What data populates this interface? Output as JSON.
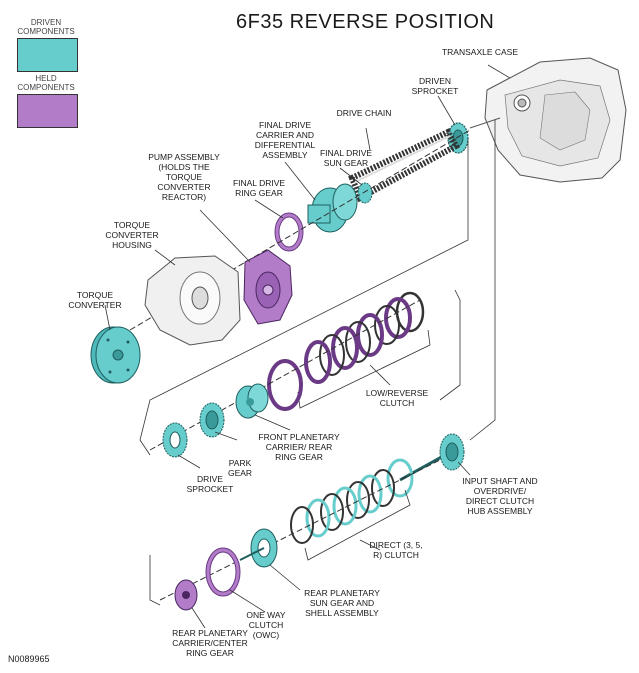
{
  "title": "6F35 REVERSE POSITION",
  "legend": {
    "driven": {
      "label": "DRIVEN COMPONENTS",
      "color": "#66cccc"
    },
    "held": {
      "label": "HELD COMPONENTS",
      "color": "#b27cc8"
    }
  },
  "labels": {
    "transaxle_case": "TRANSAXLE CASE",
    "driven_sprocket": "DRIVEN SPROCKET",
    "drive_chain": "DRIVE CHAIN",
    "final_drive_carrier": "FINAL DRIVE CARRIER AND DIFFERENTIAL ASSEMBLY",
    "final_drive_sun_gear": "FINAL DRIVE SUN GEAR",
    "final_drive_ring_gear": "FINAL DRIVE RING GEAR",
    "pump_assembly": "PUMP ASSEMBLY (HOLDS THE TORQUE CONVERTER REACTOR)",
    "torque_converter_housing": "TORQUE CONVERTER HOUSING",
    "torque_converter": "TORQUE CONVERTER",
    "low_reverse_clutch": "LOW/REVERSE CLUTCH",
    "front_planetary": "FRONT PLANETARY CARRIER/ REAR RING GEAR",
    "park_gear": "PARK GEAR",
    "drive_sprocket": "DRIVE SPROCKET",
    "input_shaft": "INPUT SHAFT AND OVERDRIVE/ DIRECT CLUTCH HUB ASSEMBLY",
    "direct_clutch": "DIRECT (3, 5, R) CLUTCH",
    "rear_planetary_sun": "REAR PLANETARY SUN GEAR AND SHELL ASSEMBLY",
    "one_way_clutch": "ONE WAY CLUTCH (OWC)",
    "rear_planetary_carrier": "REAR PLANETARY CARRIER/CENTER RING GEAR"
  },
  "figure_code": "N0089965"
}
